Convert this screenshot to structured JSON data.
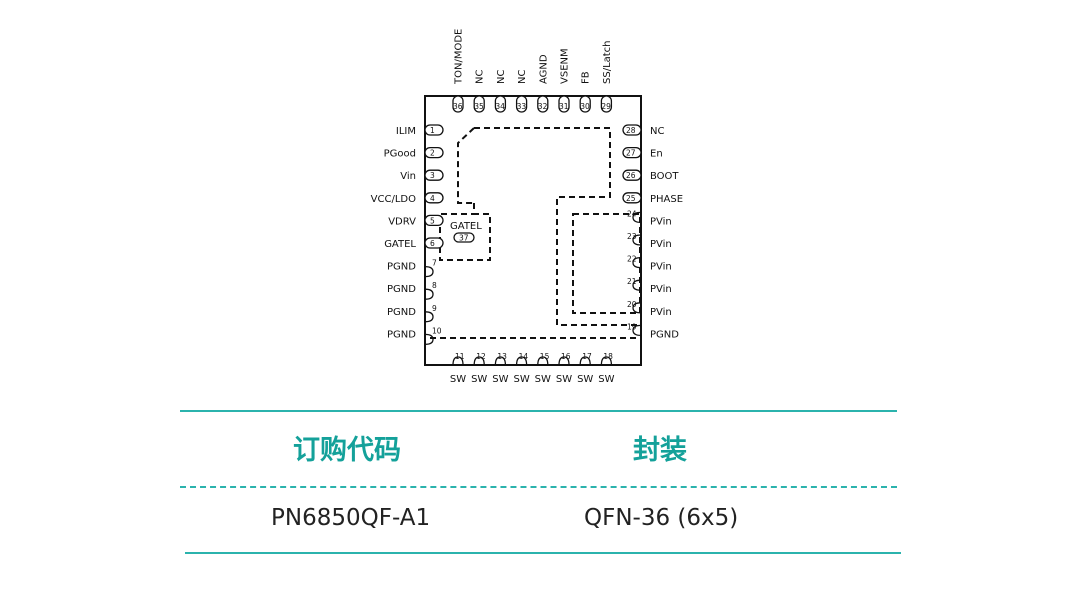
{
  "package": {
    "top_pins": [
      {
        "num": "36",
        "label": "TON/MODE"
      },
      {
        "num": "35",
        "label": "NC"
      },
      {
        "num": "34",
        "label": "NC"
      },
      {
        "num": "33",
        "label": "NC"
      },
      {
        "num": "32",
        "label": "AGND"
      },
      {
        "num": "31",
        "label": "VSENM"
      },
      {
        "num": "30",
        "label": "FB"
      },
      {
        "num": "29",
        "label": "SS/Latch"
      }
    ],
    "left_pins": [
      {
        "num": "1",
        "label": "ILIM"
      },
      {
        "num": "2",
        "label": "PGood"
      },
      {
        "num": "3",
        "label": "Vin"
      },
      {
        "num": "4",
        "label": "VCC/LDO"
      },
      {
        "num": "5",
        "label": "VDRV"
      },
      {
        "num": "6",
        "label": "GATEL"
      },
      {
        "num": "7",
        "label": "PGND"
      },
      {
        "num": "8",
        "label": "PGND"
      },
      {
        "num": "9",
        "label": "PGND"
      },
      {
        "num": "10",
        "label": "PGND"
      }
    ],
    "right_pins": [
      {
        "num": "28",
        "label": "NC"
      },
      {
        "num": "27",
        "label": "En"
      },
      {
        "num": "26",
        "label": "BOOT"
      },
      {
        "num": "25",
        "label": "PHASE"
      },
      {
        "num": "24",
        "label": "PVin"
      },
      {
        "num": "23",
        "label": "PVin"
      },
      {
        "num": "22",
        "label": "PVin"
      },
      {
        "num": "21",
        "label": "PVin"
      },
      {
        "num": "20",
        "label": "PVin"
      },
      {
        "num": "19",
        "label": "PGND"
      }
    ],
    "bottom_pins": [
      {
        "num": "11",
        "label": "SW"
      },
      {
        "num": "12",
        "label": "SW"
      },
      {
        "num": "13",
        "label": "SW"
      },
      {
        "num": "14",
        "label": "SW"
      },
      {
        "num": "15",
        "label": "SW"
      },
      {
        "num": "16",
        "label": "SW"
      },
      {
        "num": "17",
        "label": "SW"
      },
      {
        "num": "18",
        "label": "SW"
      }
    ],
    "center_pad": {
      "label": "GATEL",
      "num": "37"
    }
  },
  "table": {
    "headers": {
      "order_code": "订购代码",
      "package": "封装"
    },
    "row": {
      "order_code": "PN6850QF-A1",
      "package": "QFN-36 (6x5)"
    }
  },
  "colors": {
    "accent": "#14a19a",
    "rule": "#2bb3ad",
    "ink": "#111111"
  }
}
